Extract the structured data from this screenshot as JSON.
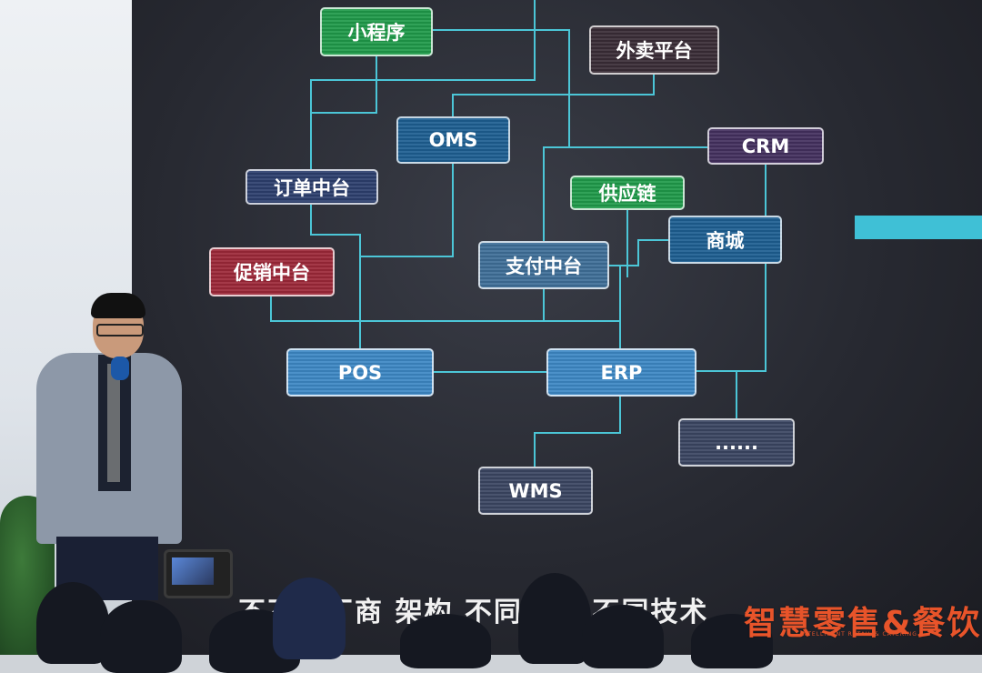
{
  "diagram": {
    "nodes": {
      "mini_program": "小程序",
      "takeout": "外卖平台",
      "oms": "OMS",
      "crm": "CRM",
      "order_center": "订单中台",
      "supply_chain": "供应链",
      "mall": "商城",
      "promo_center": "促销中台",
      "pay_center": "支付中台",
      "pos": "POS",
      "erp": "ERP",
      "wms": "WMS",
      "more": "......"
    },
    "line_color": "#4fd6e8"
  },
  "caption": "不同厂商    架构  不同时代  不同技术",
  "caption_prefix": "不",
  "logo": {
    "title": "智慧零售&餐饮",
    "sub": "INTELLIGENT RETAIL & CATERING"
  },
  "colors": {
    "screen": "#272931",
    "accent_cyan": "#3fc0d6",
    "logo": "#e8542a"
  }
}
